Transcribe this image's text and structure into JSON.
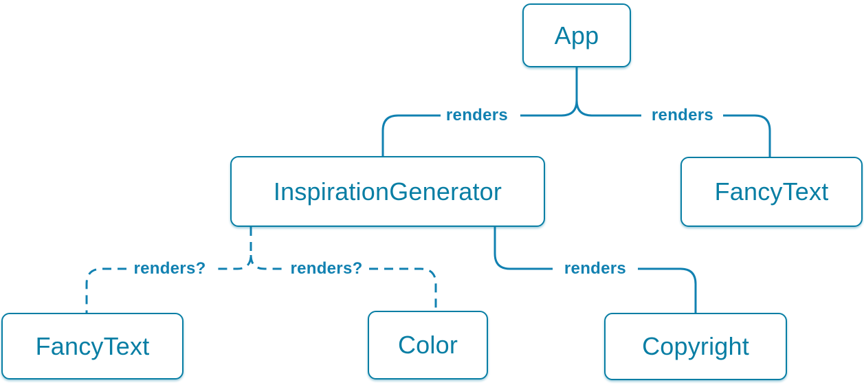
{
  "diagram": {
    "title": "react-component-render-tree",
    "accent_color": "#087EA4",
    "line_color": "#1181B1",
    "background_color": "#FFFFFF",
    "nodes": {
      "app": {
        "label": "App"
      },
      "inspiration_generator": {
        "label": "InspirationGenerator"
      },
      "fancy_text_top": {
        "label": "FancyText"
      },
      "fancy_text_bottom": {
        "label": "FancyText"
      },
      "color": {
        "label": "Color"
      },
      "copyright": {
        "label": "Copyright"
      }
    },
    "edges": {
      "app_to_inspiration_generator": {
        "label": "renders",
        "style": "solid",
        "from": "App",
        "to": "InspirationGenerator"
      },
      "app_to_fancy_text": {
        "label": "renders",
        "style": "solid",
        "from": "App",
        "to": "FancyText"
      },
      "inspiration_generator_to_fancy_text": {
        "label": "renders?",
        "style": "dashed",
        "from": "InspirationGenerator",
        "to": "FancyText"
      },
      "inspiration_generator_to_color": {
        "label": "renders?",
        "style": "dashed",
        "from": "InspirationGenerator",
        "to": "Color"
      },
      "inspiration_generator_to_copyright": {
        "label": "renders",
        "style": "solid",
        "from": "InspirationGenerator",
        "to": "Copyright"
      }
    }
  }
}
